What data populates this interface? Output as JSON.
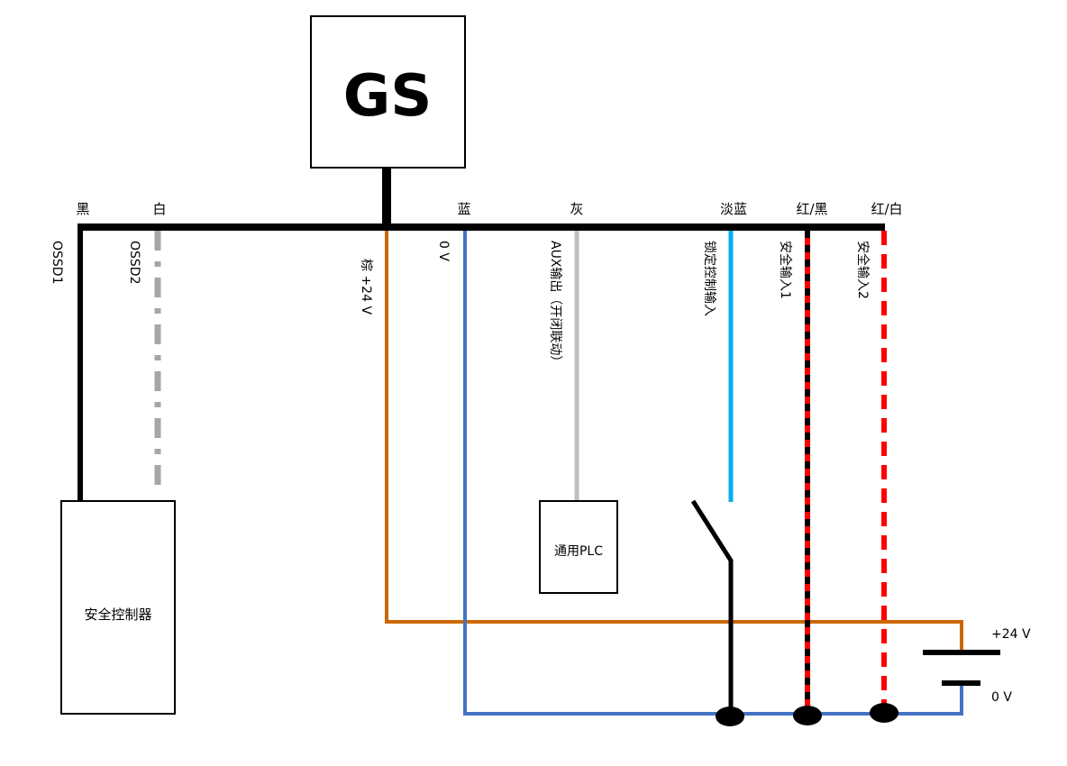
{
  "title_box": {
    "label": "GS"
  },
  "top_labels": {
    "black": "黑",
    "white": "白",
    "blue": "蓝",
    "gray": "灰",
    "light_blue": "淡蓝",
    "red_black": "红/黑",
    "red_white": "红/白"
  },
  "wire_labels": {
    "ossd1": "OSSD1",
    "ossd2": "OSSD2",
    "brown": "棕 +24 V",
    "zero_v": "0 V",
    "aux": "AUX输出（开闭联动）",
    "lock": "锁定控制输入",
    "safety1": "安全输入1",
    "safety2": "安全输入2"
  },
  "devices": {
    "safety_controller": "安全控制器",
    "plc": "通用PLC"
  },
  "power": {
    "plus": "+24 V",
    "minus": "0 V"
  },
  "colors": {
    "black": "#000000",
    "gray_dash": "#a6a6a6",
    "brown": "#cc6600",
    "blue": "#4472c4",
    "gray": "#bfbfbf",
    "light_blue": "#00b0f0",
    "red": "#ff0000",
    "white": "#ffffff"
  }
}
